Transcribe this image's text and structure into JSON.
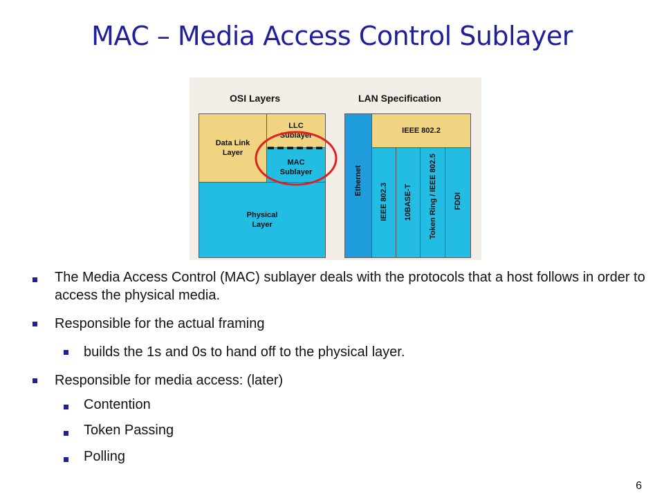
{
  "slide": {
    "title": "MAC – Media Access Control Sublayer",
    "page_number": "6"
  },
  "figure": {
    "osi_header": "OSI Layers",
    "lan_header": "LAN Specification",
    "data_link": "Data Link\nLayer",
    "llc": "LLC\nSublayer",
    "mac": "MAC\nSublayer",
    "physical": "Physical\nLayer",
    "ethernet": "Ethernet",
    "ieee8022": "IEEE 802.2",
    "ieee8023": "IEEE 802.3",
    "base10t": "10BASE-T",
    "token_ring": "Token Ring / IEEE 802.5",
    "fddi": "FDDI",
    "colors": {
      "background": "#f3eee7",
      "yellow": "#f0d482",
      "cyan": "#23bde4",
      "ethernet_blue": "#1f9cdc",
      "highlight_circle": "#e02020"
    }
  },
  "bullets": {
    "b1": "The Media Access Control (MAC) sublayer deals with the protocols that a host follows in order to access the physical media.",
    "b2": "Responsible for the actual framing",
    "b2_1": "builds the 1s and 0s  to hand off to the physical layer.",
    "b3": "Responsible for media access: (later)",
    "b3_1": "Contention",
    "b3_2": "Token Passing",
    "b3_3": "Polling"
  },
  "theme": {
    "title_color": "#1f1f99",
    "bullet_color": "#1f1f99"
  }
}
